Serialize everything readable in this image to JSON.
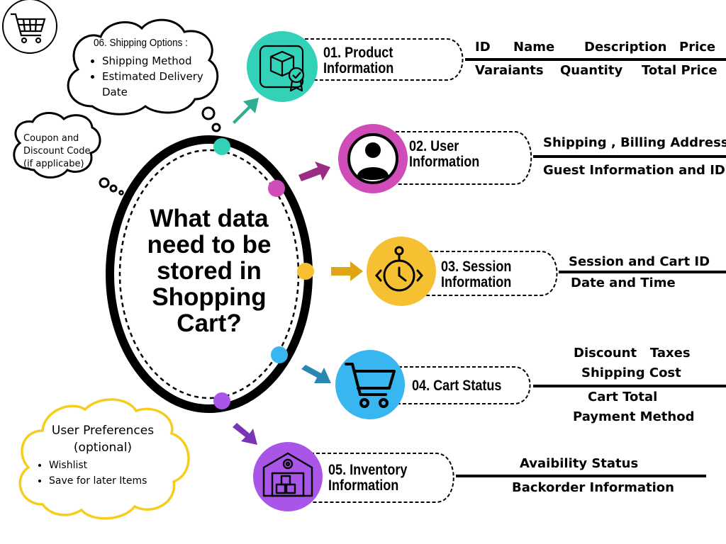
{
  "center_question": "What data need to be stored in Shopping Cart?",
  "cart_logo": "cart-icon",
  "sections": [
    {
      "number": "01.",
      "title_line1": "Product",
      "title_line2": "Information",
      "icon": "box-check-icon",
      "color": "#33d1b8",
      "fields": [
        "ID",
        "Name",
        "Description",
        "Price",
        "Varaiants",
        "Quantity",
        "Total Price"
      ]
    },
    {
      "number": "02.",
      "title_line1": "User",
      "title_line2": "Information",
      "icon": "user-icon",
      "color": "#cf4cb9",
      "fields": [
        "Shipping , Billing Address",
        "Guest Information and ID"
      ]
    },
    {
      "number": "03.",
      "title_line1": "Session",
      "title_line2": "Information",
      "icon": "stopwatch-icon",
      "color": "#f6c033",
      "fields": [
        "Session and Cart ID",
        "Date and Time"
      ]
    },
    {
      "number": "04.",
      "title_line1": "Cart Status",
      "title_line2": "",
      "icon": "shopping-cart-icon",
      "color": "#38b6f0",
      "fields": [
        "Discount   Taxes",
        "Shipping Cost",
        "Cart Total",
        "Payment Method"
      ]
    },
    {
      "number": "05.",
      "title_line1": "Inventory",
      "title_line2": "Information",
      "icon": "warehouse-icon",
      "color": "#a855e8",
      "fields": [
        "Avaibility Status",
        "Backorder Information"
      ]
    }
  ],
  "clouds": {
    "shipping": {
      "title": "06. Shipping Options :",
      "items": [
        "Shipping Method",
        "Estimated Delivery Date"
      ]
    },
    "coupon": {
      "lines": [
        "Coupon and",
        "Discount Code",
        "(if applicabe)"
      ]
    },
    "preferences": {
      "title_line1": "User Preferences",
      "title_line2": "(optional)",
      "items": [
        "Wishlist",
        "Save for later Items"
      ]
    }
  },
  "colors": {
    "arrow1": "#2fae8f",
    "arrow2": "#9a2c83",
    "arrow3": "#e0a514",
    "arrow4": "#2a86b2",
    "arrow5": "#7a34b8",
    "pref_cloud_border": "#f5cd1e"
  }
}
